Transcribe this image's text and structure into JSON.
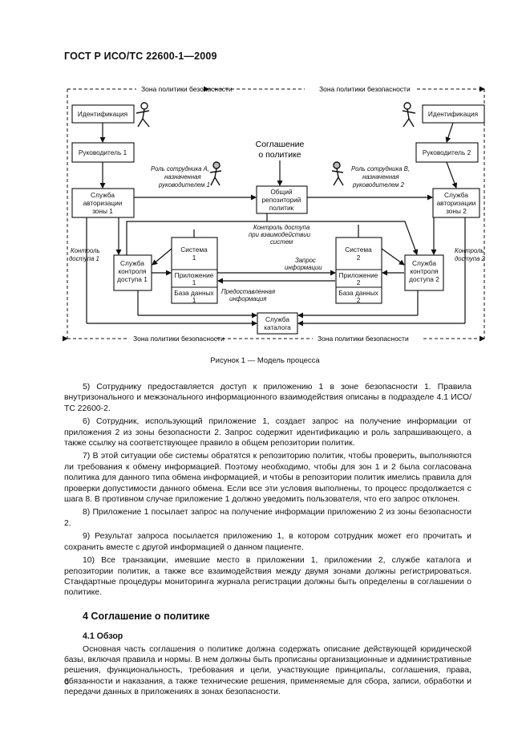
{
  "header": {
    "doc_code": "ГОСТ Р ИСО/ТС 22600-1—2009"
  },
  "diagram": {
    "zone_top_left": "Зона политики безопасности",
    "zone_top_right": "Зона политики безопасности",
    "zone_bottom_left": "Зона политики безопасности",
    "zone_bottom_right": "Зона политики безопасности",
    "ident_left": "Идентификация",
    "ident_right": "Идентификация",
    "manager_left": "Руководитель 1",
    "manager_right": "Руководитель 2",
    "policy_agreement_line1": "Соглашение",
    "policy_agreement_line2": "о политике",
    "role_a_line1": "Роль сотрудника А,",
    "role_a_line2": "назначенная",
    "role_a_line3": "руководителем 1",
    "role_b_line1": "Роль сотрудника В,",
    "role_b_line2": "назначенная",
    "role_b_line3": "руководителем 2",
    "auth_left_line1": "Служба",
    "auth_left_line2": "авторизации",
    "auth_left_line3": "зоны 1",
    "auth_right_line1": "Служба",
    "auth_right_line2": "авторизации",
    "auth_right_line3": "зоны 2",
    "repo_line1": "Общий",
    "repo_line2": "репозиторий",
    "repo_line3": "политик",
    "sys_access_line1": "Контроль доступа",
    "sys_access_line2": "при взаимодействии",
    "sys_access_line3": "систем",
    "access_left_line1": "Контроль",
    "access_left_line2": "доступа 1",
    "access_right_line1": "Контроль",
    "access_right_line2": "доступа 2",
    "acs_left_line1": "Служба",
    "acs_left_line2": "контроля",
    "acs_left_line3": "доступа 1",
    "acs_right_line1": "Служба",
    "acs_right_line2": "контроля",
    "acs_right_line3": "доступа 2",
    "system1_line1": "Система",
    "system1_line2": "1",
    "app1_line1": "Приложение",
    "app1_line2": "1",
    "db1_line1": "База данных",
    "db1_line2": "1",
    "system2_line1": "Система",
    "system2_line2": "2",
    "app2_line1": "Приложение",
    "app2_line2": "2",
    "db2_line1": "База данных",
    "db2_line2": "2",
    "request_line1": "Запрос",
    "request_line2": "информации",
    "provided_line1": "Предоставленная",
    "provided_line2": "информация",
    "catalog_line1": "Служба",
    "catalog_line2": "каталога"
  },
  "caption": "Рисунок 1 — Модель процесса",
  "paragraphs": [
    "5) Сотруднику предоставляется доступ к приложению 1 в зоне безопасности 1. Правила внутризонального и межзонального информационного взаимодействия описаны в подразделе 4.1 ИСО/ТС 22600-2.",
    "6) Сотрудник, использующий приложение 1, создает запрос на получение информации от приложения 2 из зоны безопасности 2. Запрос содержит идентификацию и роль запрашивающего, а также ссылку на соответствующее правило в общем репозитории политик.",
    "7) В этой ситуации обе системы обратятся к репозиторию политик, чтобы проверить, выполняются ли требования к обмену информацией. Поэтому необходимо, чтобы для зон 1 и 2 была согласована политика для данного типа обмена информацией, и чтобы в репозитории политик имелись правила для проверки допустимости данного обмена. Если все эти условия выполнены, то процесс продолжается с шага 8. В противном случае приложение 1 должно уведомить пользователя, что его запрос отклонен.",
    "8) Приложение 1 посылает запрос на получение информации приложению 2 из зоны безопасности 2.",
    "9) Результат запроса посылается приложению 1, в котором сотрудник может его прочитать и сохранить вместе с другой информацией о данном пациенте.",
    "10) Все транзакции, имевшие место в приложении 1, приложении 2, службе каталога и репозитории политик, а также все взаимодействия между двумя зонами должны регистрироваться. Стандартные процедуры мониторинга журнала регистрации должны быть определены в соглашении о политике."
  ],
  "section": {
    "title": "4 Соглашение о политике"
  },
  "subsection": {
    "title": "4.1 Обзор"
  },
  "overview_text": "Основная часть соглашения о политике должна содержать описание действующей юридической базы, включая правила и нормы. В нем должны быть прописаны организационные и административные решения, функциональность, требования и цели, участвующие принципалы, соглашения, права, обязанности и наказания, а также технические решения, применяемые для сбора, записи, обработки и передачи данных в приложениях в зонах безопасности.",
  "page_number": "6"
}
